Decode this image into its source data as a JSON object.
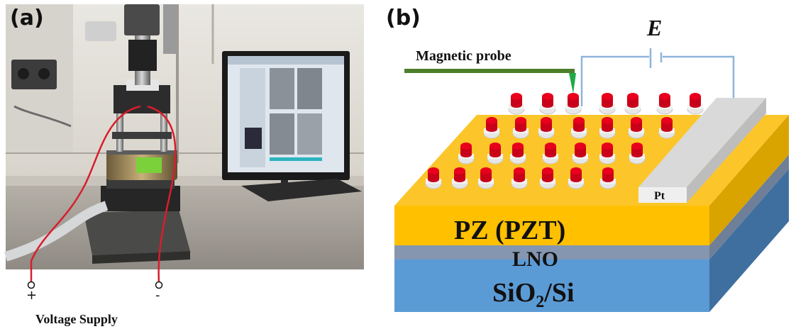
{
  "panel_a": {
    "label": "(a)",
    "plus_sign": "+",
    "minus_sign": "-",
    "voltage_supply_label": "Voltage Supply"
  },
  "panel_b": {
    "label": "(b)",
    "field_symbol": "E",
    "probe_label": "Magnetic probe",
    "electrode_label": "Pt",
    "layer_pz": "PZ (PZT)",
    "layer_lno": "LNO",
    "layer_substrate": "SiO",
    "layer_substrate_sub": "2",
    "layer_substrate_tail": "/Si"
  },
  "colors": {
    "pzt_top": "#fcc62a",
    "pzt_front": "#ffc000",
    "pzt_side": "#d9a300",
    "lno": "#8496b0",
    "substrate_front": "#5b9bd5",
    "substrate_side": "#3f6f9f",
    "electrode": "#d9d9d9",
    "dot_red": "#e8001c",
    "dot_base": "#e6e6e6",
    "probe_green": "#4e7f2b",
    "wire_blue": "#8fb4d9",
    "cable_red": "#d81e2c"
  }
}
